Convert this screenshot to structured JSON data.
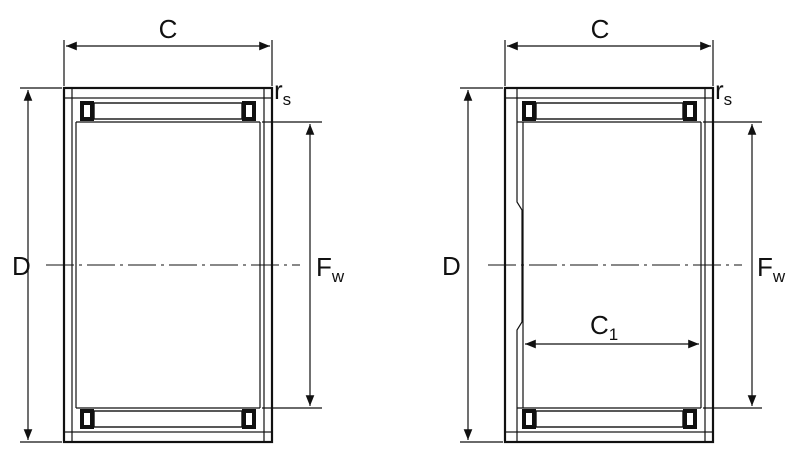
{
  "left": {
    "label_C": "C",
    "label_rs": "r",
    "label_rs_sub": "s",
    "label_D": "D",
    "label_Fw": "F",
    "label_Fw_sub": "w"
  },
  "right": {
    "label_C": "C",
    "label_rs": "r",
    "label_rs_sub": "s",
    "label_D": "D",
    "label_Fw": "F",
    "label_Fw_sub": "w",
    "label_C1": "C",
    "label_C1_sub": "1"
  }
}
